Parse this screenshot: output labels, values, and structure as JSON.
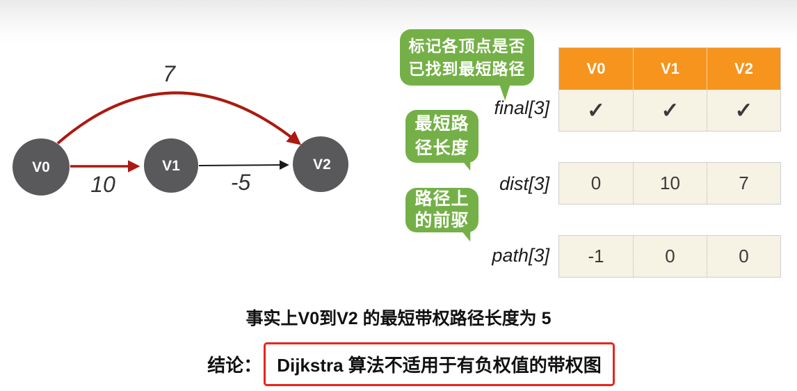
{
  "graph": {
    "nodes": [
      {
        "label": "V0"
      },
      {
        "label": "V1"
      },
      {
        "label": "V2"
      }
    ],
    "edges": [
      {
        "from": "V0",
        "to": "V2",
        "weight": "7",
        "style": "red-curved"
      },
      {
        "from": "V0",
        "to": "V1",
        "weight": "10",
        "style": "red-straight"
      },
      {
        "from": "V1",
        "to": "V2",
        "weight": "-5",
        "style": "black-straight"
      }
    ]
  },
  "annotations": {
    "bubbles": [
      {
        "target": "final",
        "lines": [
          "标记各顶点是否",
          "已找到最短路径"
        ]
      },
      {
        "target": "dist",
        "lines": [
          "最短路",
          "径长度"
        ]
      },
      {
        "target": "path",
        "lines": [
          "路径上",
          "的前驱"
        ]
      }
    ]
  },
  "tables": {
    "header": {
      "columns": [
        "V0",
        "V1",
        "V2"
      ]
    },
    "rows": [
      {
        "label": "final[3]",
        "values": [
          "✓",
          "✓",
          "✓"
        ]
      },
      {
        "label": "dist[3]",
        "values": [
          "0",
          "10",
          "7"
        ]
      },
      {
        "label": "path[3]",
        "values": [
          "-1",
          "0",
          "0"
        ]
      }
    ]
  },
  "conclusion": {
    "fact_line": "事实上V0到V2 的最短带权路径长度为 5",
    "label": "结论：",
    "boxed_text": "Dijkstra 算法不适用于有负权值的带权图"
  },
  "colors": {
    "node_gray": "#59595c",
    "edge_red": "#ab1a10",
    "edge_black": "#1a1a1a",
    "bubble_green": "#74b047",
    "table_header_orange": "#f6941d",
    "table_body_cream": "#f6f2e4",
    "conclusion_box_red": "#e8241b"
  }
}
